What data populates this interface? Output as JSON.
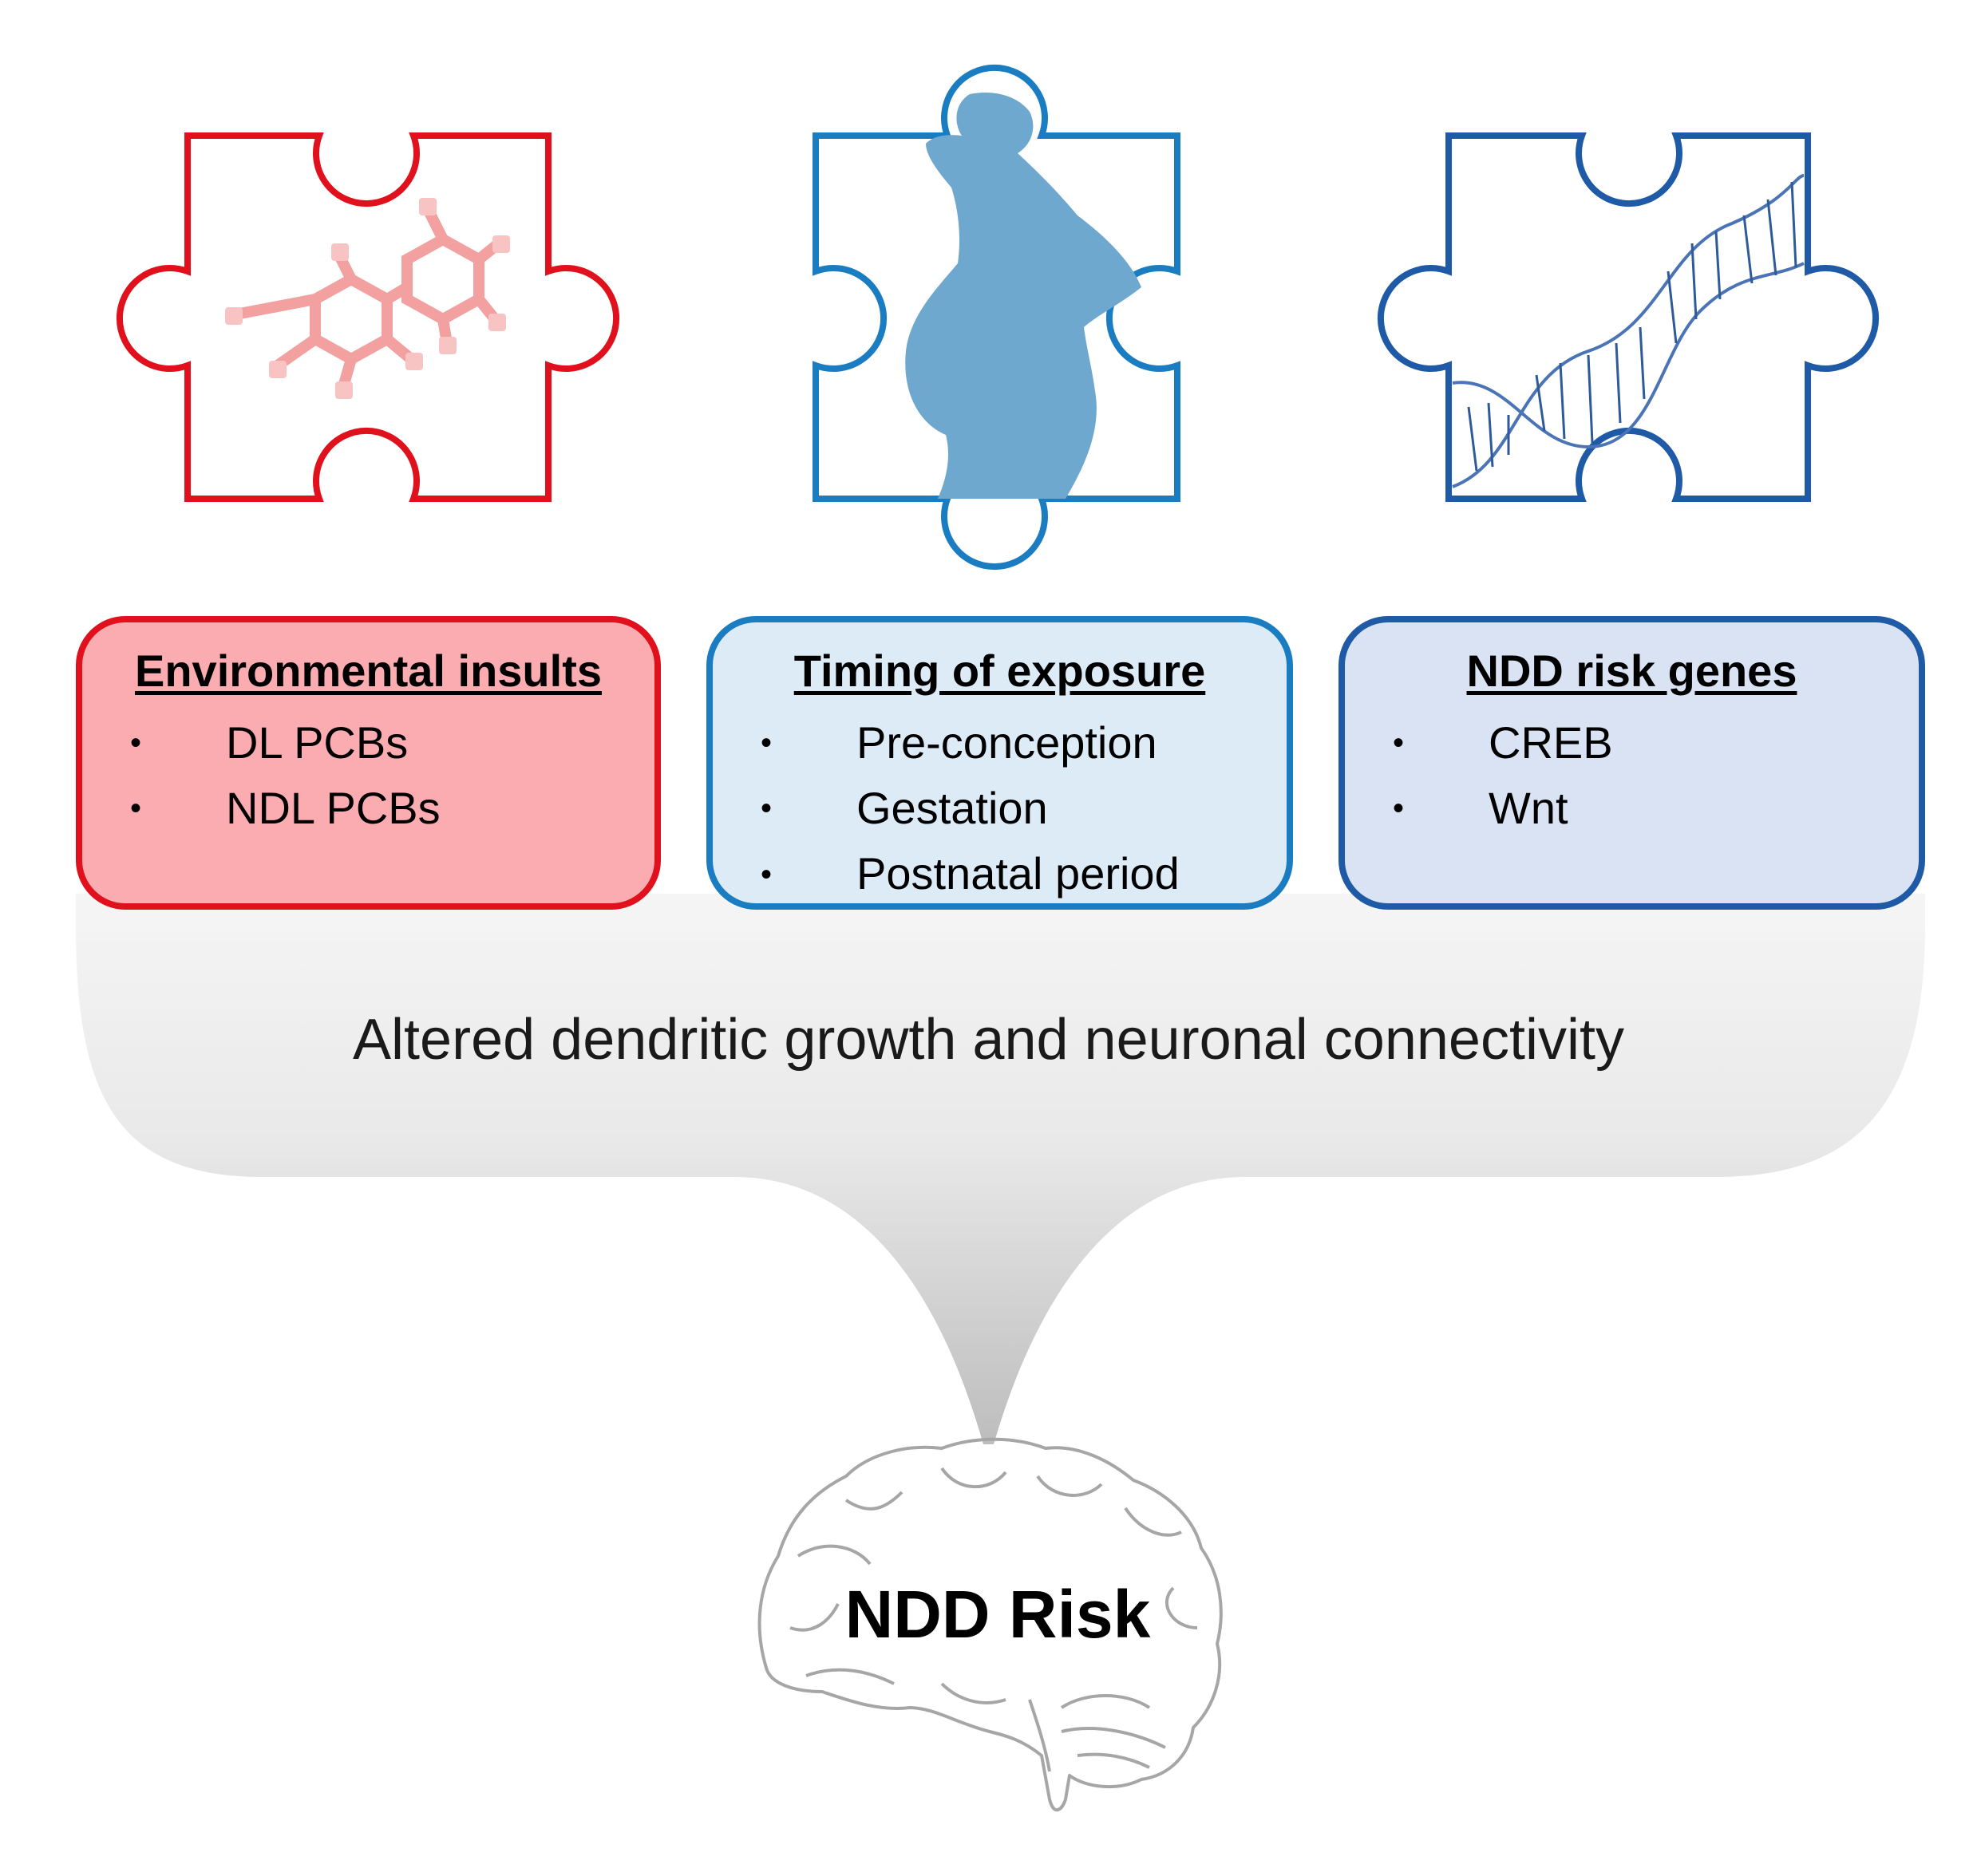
{
  "puzzles": [
    {
      "name": "environmental",
      "color": "#e0101c",
      "icon": "pcb-molecule-icon"
    },
    {
      "name": "timing",
      "color": "#1b7dc1",
      "icon": "pregnant-woman-icon"
    },
    {
      "name": "genes",
      "color": "#1f5aa6",
      "icon": "dna-helix-icon"
    }
  ],
  "boxes": {
    "environmental": {
      "title": "Environmental insults",
      "items": [
        "DL PCBs",
        "NDL PCBs"
      ],
      "fill": "#fbacb0"
    },
    "timing": {
      "title": "Timing of exposure",
      "items": [
        "Pre-conception",
        "Gestation",
        "Postnatal period"
      ],
      "fill": "#ddebf7"
    },
    "genes": {
      "title": "NDD risk genes",
      "items": [
        "CREB",
        "Wnt"
      ],
      "fill": "#dae3f3"
    }
  },
  "bullet": "•",
  "summary": "Altered dendritic growth and neuronal connectivity",
  "outcome": "NDD Risk",
  "outcome_icon": "brain-icon"
}
